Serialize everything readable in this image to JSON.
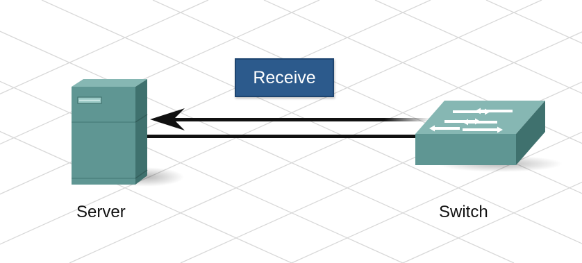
{
  "nodes": {
    "server": {
      "label": "Server"
    },
    "switch": {
      "label": "Switch"
    }
  },
  "badge": {
    "label": "Receive"
  },
  "colors": {
    "device_body": "#5f9693",
    "device_dark": "#3f716e",
    "device_light": "#86b7b3",
    "badge": "#2c5a8c",
    "grid": "#d6d6d6",
    "link": "#111111"
  },
  "icons": {
    "server": "server-tower-icon",
    "switch": "network-switch-icon",
    "arrow": "left-arrow-icon"
  }
}
